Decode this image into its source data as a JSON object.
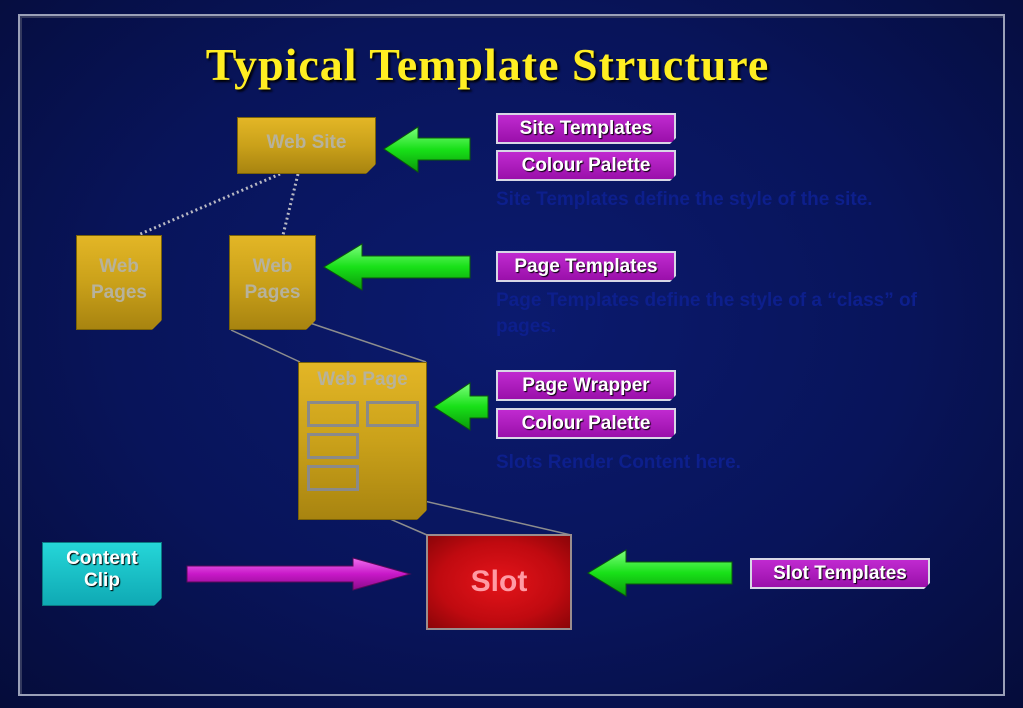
{
  "title": "Typical Template Structure",
  "nodes": {
    "web_site": "Web Site",
    "web_pages_1": [
      "Web",
      "Pages"
    ],
    "web_pages_2": [
      "Web",
      "Pages"
    ],
    "web_page": "Web Page",
    "slot": "Slot",
    "content_clip": [
      "Content",
      "Clip"
    ]
  },
  "labels": {
    "site_templates": "Site Templates",
    "colour_palette_1": "Colour Palette",
    "page_templates": "Page Templates",
    "page_wrapper": "Page Wrapper",
    "colour_palette_2": "Colour Palette",
    "slot_templates": "Slot Templates"
  },
  "notes": {
    "site": "Site Templates define the style of the site.",
    "page": [
      "Page Templates define the style of a “class” of",
      "pages."
    ],
    "wrapper": "Slots Render Content here."
  },
  "colors": {
    "title": "#ffee22",
    "arrow_green": "#22ee22",
    "arrow_magenta": "#d020d0",
    "label_magenta": "#b01ec0",
    "doc_gold": "#d4a91e",
    "slot_red": "#d41016",
    "clip_cyan": "#1ccbd0"
  }
}
